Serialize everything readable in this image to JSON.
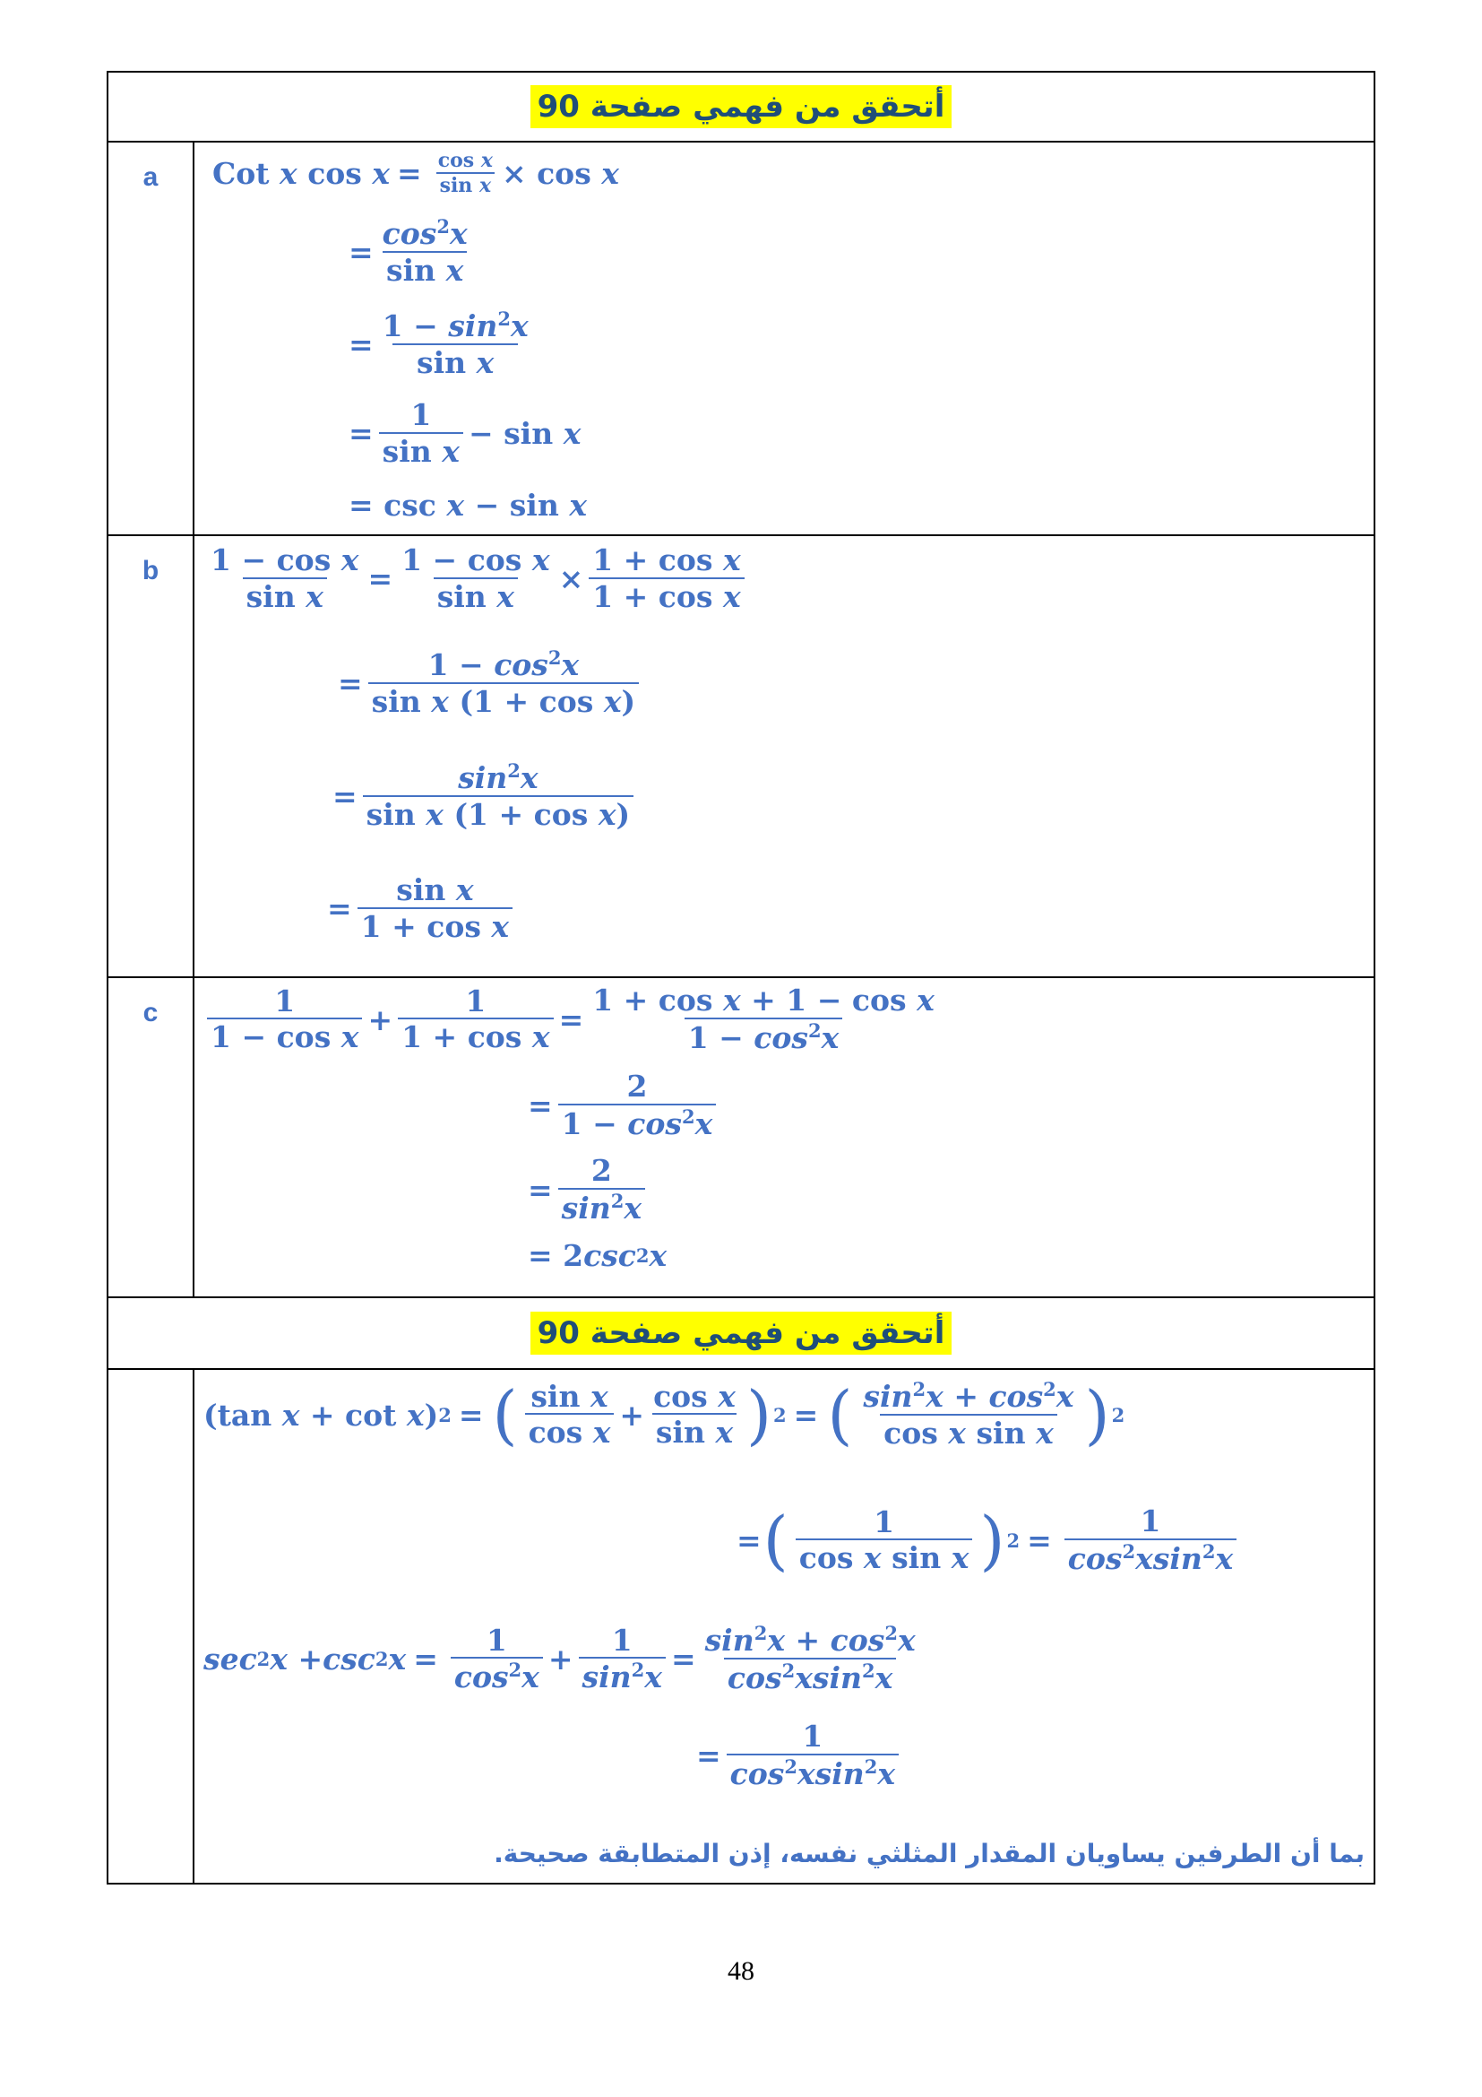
{
  "header": {
    "title": "أتحقق من فهمي صفحة 90"
  },
  "sections": {
    "a": {
      "label": "a"
    },
    "b": {
      "label": "b"
    },
    "c": {
      "label": "c"
    },
    "d": {
      "label": ""
    }
  },
  "conclusion": "بما أن الطرفين يساويان المقدار المثلثي نفسه، إذن المتطابقة صحيحة.",
  "page_number": "48"
}
